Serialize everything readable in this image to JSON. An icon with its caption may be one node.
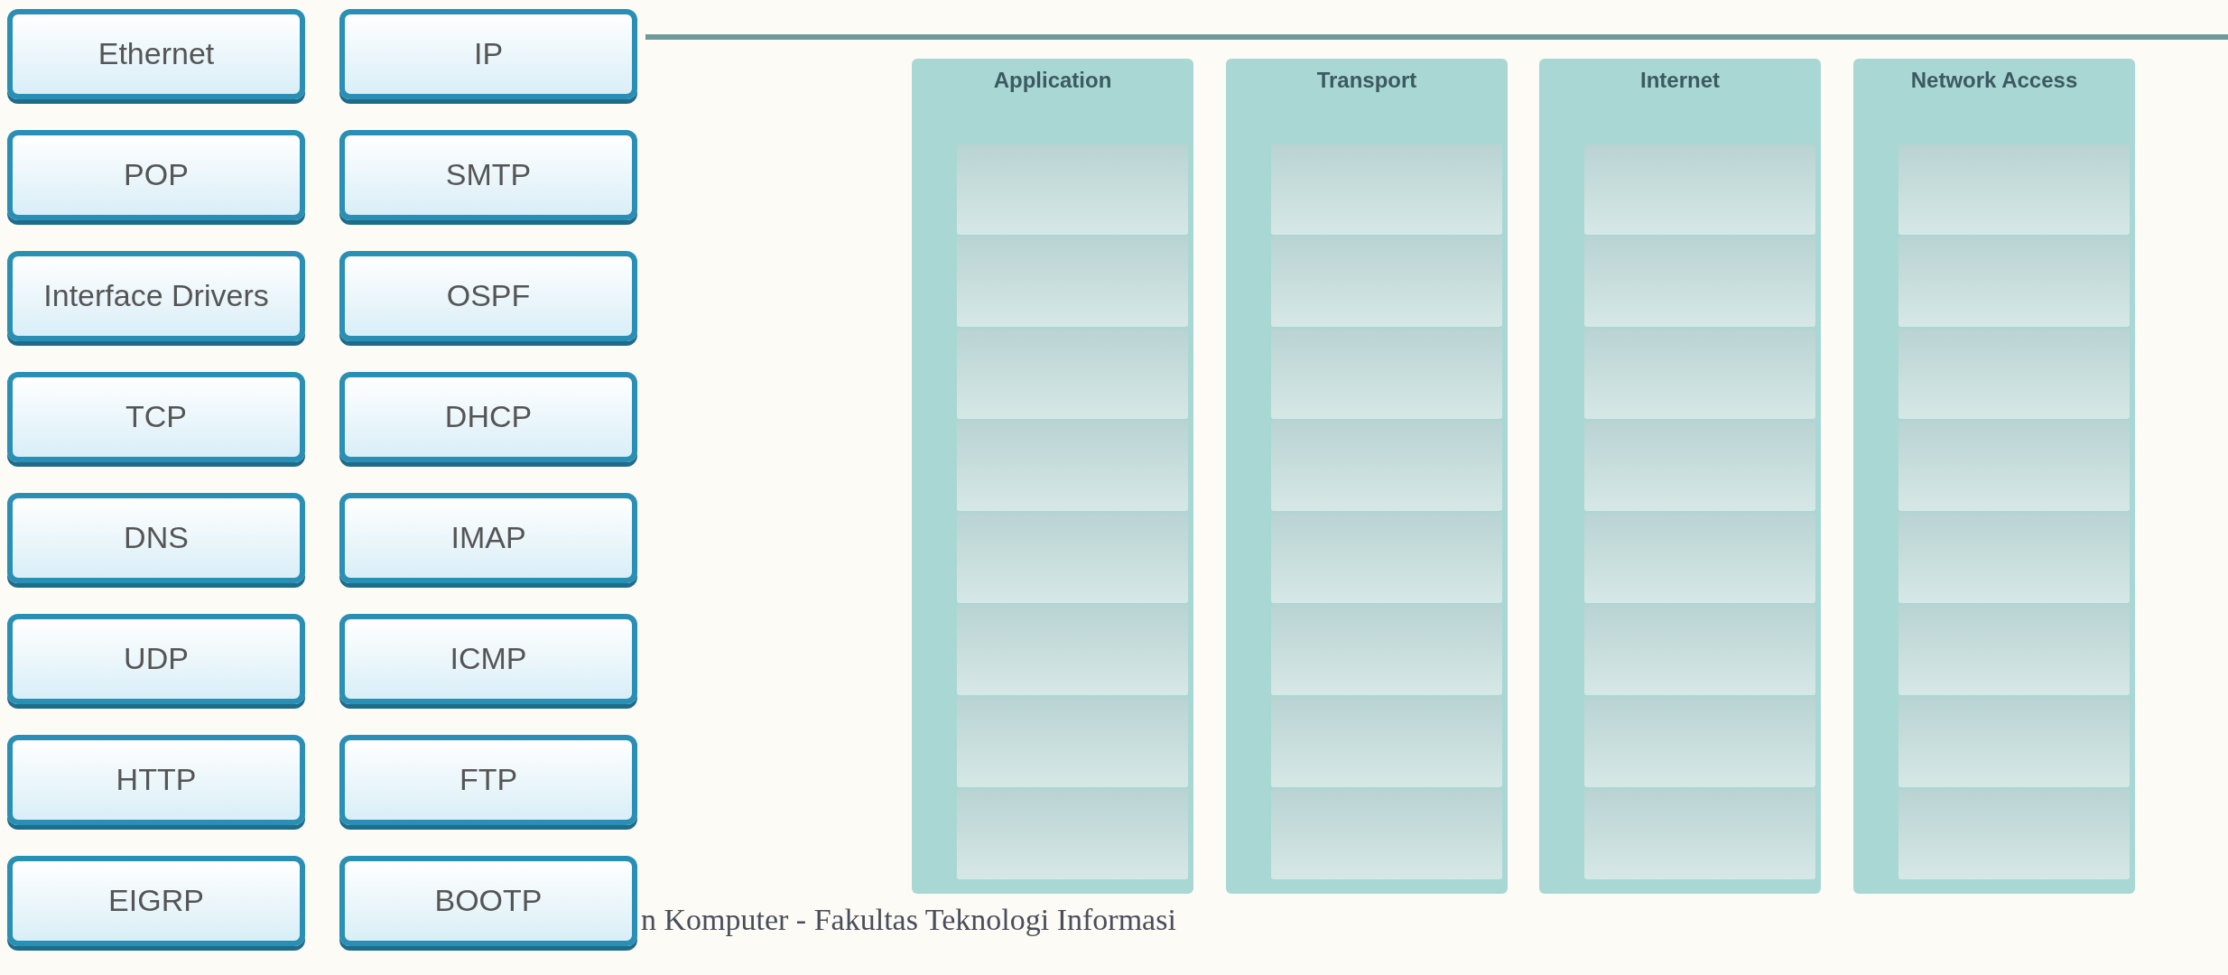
{
  "diagram": {
    "nodes": [
      {
        "text": [
          "Ethernet"
        ]
      },
      {
        "text": [
          "IP"
        ]
      },
      {
        "text": [
          "POP"
        ]
      },
      {
        "text": [
          "SMTP"
        ]
      },
      {
        "text": [
          "Interface Drivers"
        ]
      },
      {
        "text": [
          "OSPF"
        ]
      },
      {
        "text": [
          "TCP"
        ]
      },
      {
        "text": [
          "DHCP"
        ]
      },
      {
        "text": [
          "DNS"
        ]
      },
      {
        "text": [
          "IMAP"
        ]
      },
      {
        "text": [
          "UDP"
        ]
      },
      {
        "text": [
          "ICMP"
        ]
      },
      {
        "text": [
          "HTTP"
        ]
      },
      {
        "text": [
          "FTP"
        ]
      },
      {
        "text": [
          "EIGRP"
        ]
      },
      {
        "text": [
          "BOOTP"
        ]
      },
      {
        "text": [
          "Application"
        ]
      },
      {
        "text": [],
        "shape": "box",
        "in": 16
      },
      {
        "text": [],
        "shape": "box",
        "in": 16
      },
      {
        "text": [],
        "shape": "box",
        "in": 16
      },
      {
        "text": [],
        "shape": "box",
        "in": 16
      },
      {
        "text": [],
        "shape": "box",
        "in": 16
      },
      {
        "text": [],
        "shape": "box",
        "in": 16
      },
      {
        "text": [],
        "shape": "box",
        "in": 16
      },
      {
        "text": [],
        "shape": "box",
        "in": 16
      },
      {
        "text": [
          "Transport"
        ]
      },
      {
        "text": [],
        "shape": "box",
        "in": 25
      },
      {
        "text": [],
        "shape": "box",
        "in": 25
      },
      {
        "text": [],
        "shape": "box",
        "in": 25
      },
      {
        "text": [],
        "shape": "box",
        "in": 25
      },
      {
        "text": [],
        "shape": "box",
        "in": 25
      },
      {
        "text": [],
        "shape": "box",
        "in": 25
      },
      {
        "text": [],
        "shape": "box",
        "in": 25
      },
      {
        "text": [],
        "shape": "box",
        "in": 25
      },
      {
        "text": [
          "Internet"
        ]
      },
      {
        "text": [],
        "shape": "box",
        "in": 34
      },
      {
        "text": [],
        "shape": "box",
        "in": 34
      },
      {
        "text": [],
        "shape": "box",
        "in": 34
      },
      {
        "text": [],
        "shape": "box",
        "in": 34
      },
      {
        "text": [],
        "shape": "box",
        "in": 34
      },
      {
        "text": [],
        "shape": "box",
        "in": 34
      },
      {
        "text": [],
        "shape": "box",
        "in": 34
      },
      {
        "text": [],
        "shape": "box",
        "in": 34
      },
      {
        "text": [
          "Network Access"
        ]
      },
      {
        "text": [],
        "shape": "box",
        "in": 43
      },
      {
        "text": [],
        "shape": "box",
        "in": 43
      },
      {
        "text": [],
        "shape": "box",
        "in": 43
      },
      {
        "text": [],
        "shape": "box",
        "in": 43
      },
      {
        "text": [],
        "shape": "box",
        "in": 43
      },
      {
        "text": [],
        "shape": "box",
        "in": 43
      },
      {
        "text": [],
        "shape": "box",
        "in": 43
      },
      {
        "text": [],
        "shape": "box",
        "in": 43
      }
    ],
    "edges": [],
    "labels": [
      "n Komputer - Fakultas Teknologi Informasi"
    ]
  }
}
